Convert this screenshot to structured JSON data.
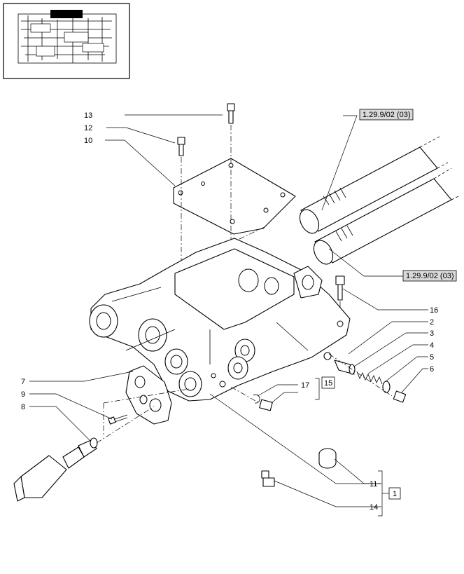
{
  "diagram": {
    "callouts": [
      "13",
      "12",
      "10",
      "7",
      "9",
      "8",
      "2",
      "3",
      "4",
      "5",
      "6",
      "16",
      "17",
      "11",
      "14"
    ],
    "group_labels": [
      "15",
      "1"
    ],
    "reference_labels": [
      "1.29.9/02 (03)",
      "1.29.9/02 (03)"
    ],
    "colors": {
      "ink": "#000000",
      "paper": "#ffffff",
      "ref_box": "#d9d9d9"
    }
  }
}
